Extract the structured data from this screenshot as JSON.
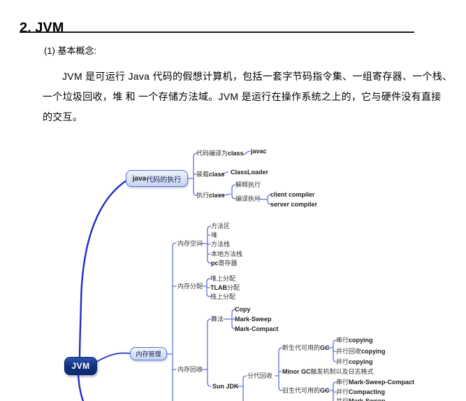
{
  "page": {
    "heading": "2. JVM",
    "section_label": "(1) 基本概念:",
    "paragraph_lines": [
      "JVM 是可运行 Java 代码的假想计算机，包括一套字节码指令集、一组寄存器、一个栈、",
      "一个垃圾回收，堆 和 一个存储方法域。JVM 是运行在操作系统之上的，它与硬件没有直接",
      "的交互。"
    ]
  },
  "colors": {
    "root_branch_line": "#1e2ec2",
    "bracket_line": "#6272d8",
    "root_node_bg": "#10307c",
    "child_node_bg": "#c6d5ee",
    "child_node_border": "#5873cf"
  },
  "mindmap": {
    "root_label": "JVM",
    "labels": {
      "java_exec": {
        "en": "java",
        "zh": "代码的执行"
      },
      "mem_mgmt": "内存管理",
      "code_compile": {
        "zh": "代码编译为",
        "en": "class"
      },
      "javac": "javac",
      "load_class": {
        "zh": "装载",
        "en": "class"
      },
      "classloader": "ClassLoader",
      "exec_class": {
        "zh": "执行",
        "en": "class"
      },
      "interp_exec": "解释执行",
      "compile_exec": "编译执行",
      "client_compiler": "client compiler",
      "server_compiler": "server compiler",
      "mem_space": "内存空间",
      "method_area": "方法区",
      "heap": "堆",
      "method_stack": "方法栈",
      "native_method_stack": "本地方法栈",
      "pc_register": {
        "en": "pc",
        "zh": "寄存器"
      },
      "mem_alloc": "内存分配",
      "heap_alloc": "堆上分配",
      "tlab_alloc": {
        "en": "TLAB",
        "zh": "分配"
      },
      "stack_alloc": "栈上分配",
      "mem_recycle": "内存回收",
      "algorithm": "算法",
      "copy": "Copy",
      "mark_sweep": "Mark-Sweep",
      "mark_compact": "Mark-Compact",
      "sun_jdk": "Sun JDK",
      "gen_recycle": "分代回收",
      "young_gc": {
        "zh": "新生代可用的",
        "en": "GC"
      },
      "serial_copying": {
        "zh": "串行",
        "en": "copying"
      },
      "par_collect_copying": {
        "zh": "并行回收",
        "en": "copying"
      },
      "par_copying": {
        "zh": "并行",
        "en": "copying"
      },
      "minor_gc": {
        "en": "Minor GC",
        "zh": "触发机制以及日志格式"
      },
      "old_gc": {
        "zh": "旧生代可用的",
        "en": "GC"
      },
      "serial_msc": {
        "zh": "串行",
        "en": "Mark-Sweep-Compact"
      },
      "par_compacting": {
        "zh": "并行",
        "en": "Compacting"
      },
      "par_mark_sweep": {
        "zh": "并行",
        "en": "Mark-Sweep"
      }
    }
  }
}
